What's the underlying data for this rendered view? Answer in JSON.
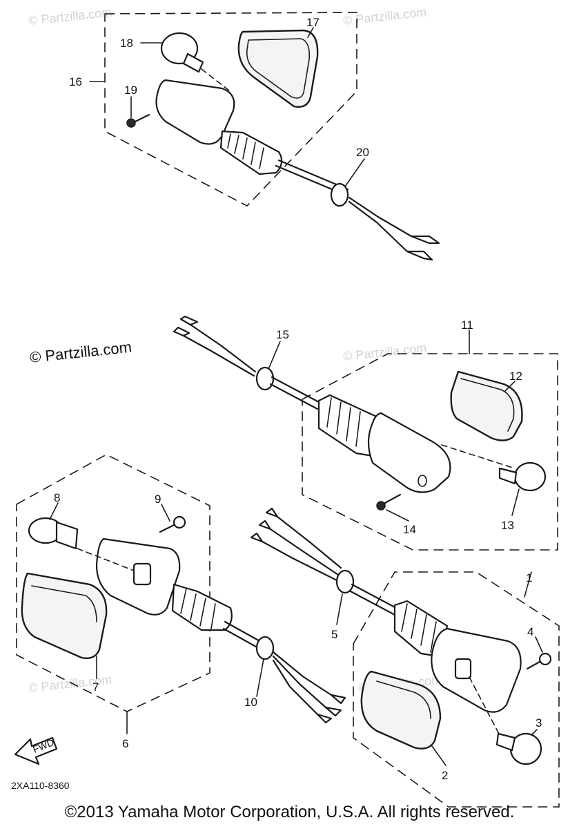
{
  "watermarks": {
    "light": "© Partzilla.com",
    "strong": "© Partzilla.com"
  },
  "callouts": [
    "1",
    "2",
    "3",
    "4",
    "5",
    "6",
    "7",
    "8",
    "9",
    "10",
    "11",
    "12",
    "13",
    "14",
    "15",
    "16",
    "17",
    "18",
    "19",
    "20"
  ],
  "fwd_label": "FWD",
  "diagram_code": "2XA110-8360",
  "copyright": "©2013  Yamaha Motor Corporation, U.S.A. All rights reserved."
}
